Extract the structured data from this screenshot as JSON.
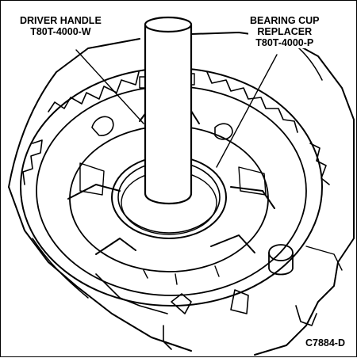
{
  "callouts": {
    "driver_handle": {
      "line1": "DRIVER HANDLE",
      "line2": "T80T-4000-W"
    },
    "bearing_cup": {
      "line1": "BEARING CUP",
      "line2": "REPLACER",
      "line3": "T80T-4000-P"
    }
  },
  "figure_id": "C7884-D",
  "colors": {
    "ink": "#000000",
    "paper": "#ffffff"
  }
}
